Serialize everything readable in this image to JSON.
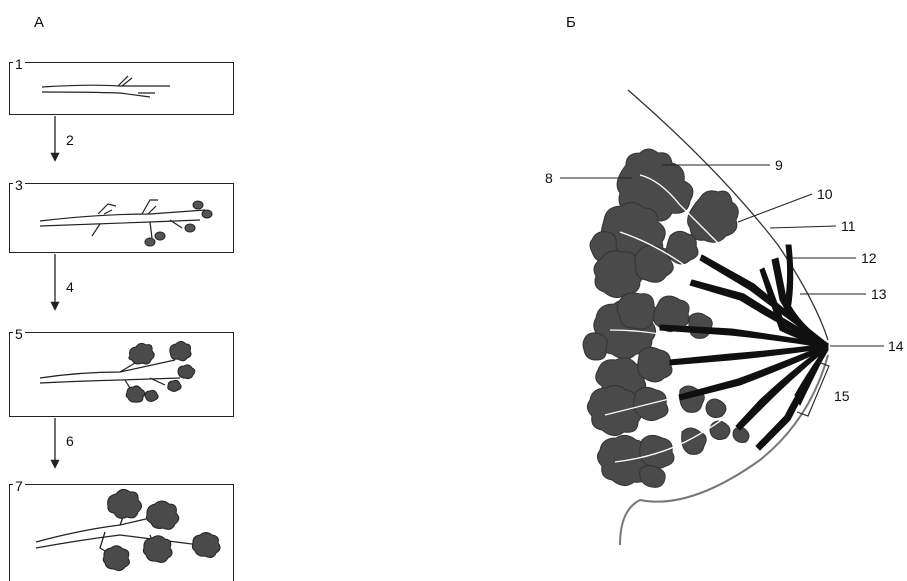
{
  "panels": {
    "left_letter": "А",
    "right_letter": "Б"
  },
  "stages": [
    {
      "box_label": "1"
    },
    {
      "arrow_label": "2"
    },
    {
      "box_label": "3"
    },
    {
      "arrow_label": "4"
    },
    {
      "box_label": "5"
    },
    {
      "arrow_label": "6"
    },
    {
      "box_label": "7"
    }
  ],
  "callouts": [
    "8",
    "9",
    "10",
    "11",
    "12",
    "13",
    "14",
    "15"
  ],
  "colors": {
    "lobule": "#4a4a4a",
    "duct": "#101010",
    "line": "#222222"
  }
}
